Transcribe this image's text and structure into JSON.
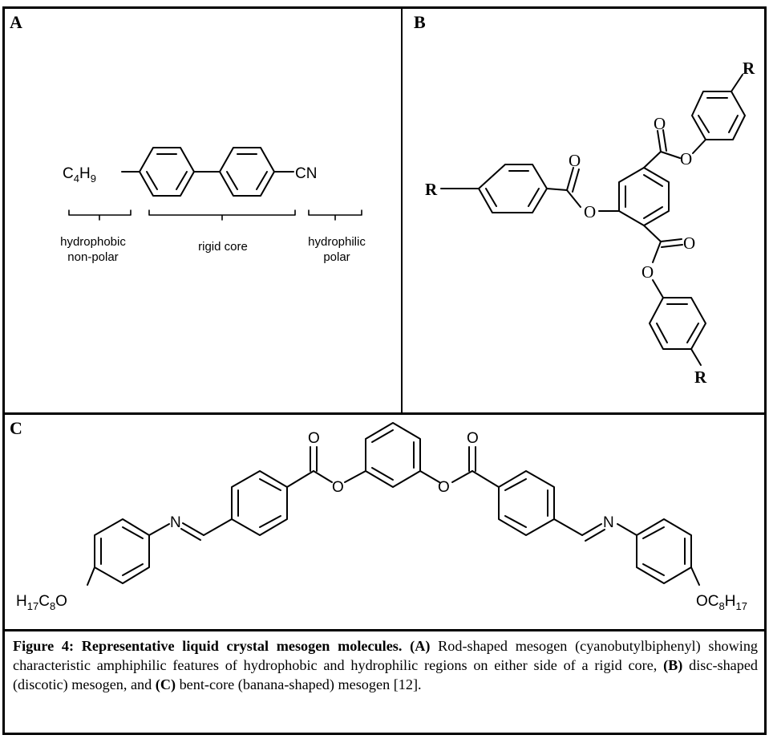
{
  "panels": {
    "a": {
      "label": "A",
      "alkyl_chain": {
        "symbol": "C",
        "sub1": "4",
        "mid": "H",
        "sub2": "9"
      },
      "nitrile": "CN",
      "regions": [
        {
          "lines": [
            "hydrophobic",
            "non-polar"
          ]
        },
        {
          "lines": [
            "rigid core"
          ]
        },
        {
          "lines": [
            "hydrophilic",
            "polar"
          ]
        }
      ]
    },
    "b": {
      "label": "B",
      "substituent": "R",
      "oxygen": "O"
    },
    "c": {
      "label": "C",
      "oxygen": "O",
      "nitrogen": "N",
      "left_terminal": {
        "h": "H",
        "h_sub": "17",
        "c": "C",
        "c_sub": "8",
        "o": "O"
      },
      "right_terminal": {
        "o": "O",
        "c": "C",
        "c_sub": "8",
        "h": "H",
        "h_sub": "17"
      }
    }
  },
  "caption": {
    "title": "Figure 4: Representative liquid crystal mesogen molecules.",
    "tag_a": "(A)",
    "text_a": "Rod-shaped mesogen (cyanobutylbiphenyl) showing characteristic amphiphilic features of hydrophobic and hydrophilic regions on either side of a rigid core,",
    "tag_b": "(B)",
    "text_b": "disc-shaped (discotic) mesogen, and",
    "tag_c": "(C)",
    "text_c": "bent-core (banana-shaped) mesogen [12]."
  }
}
